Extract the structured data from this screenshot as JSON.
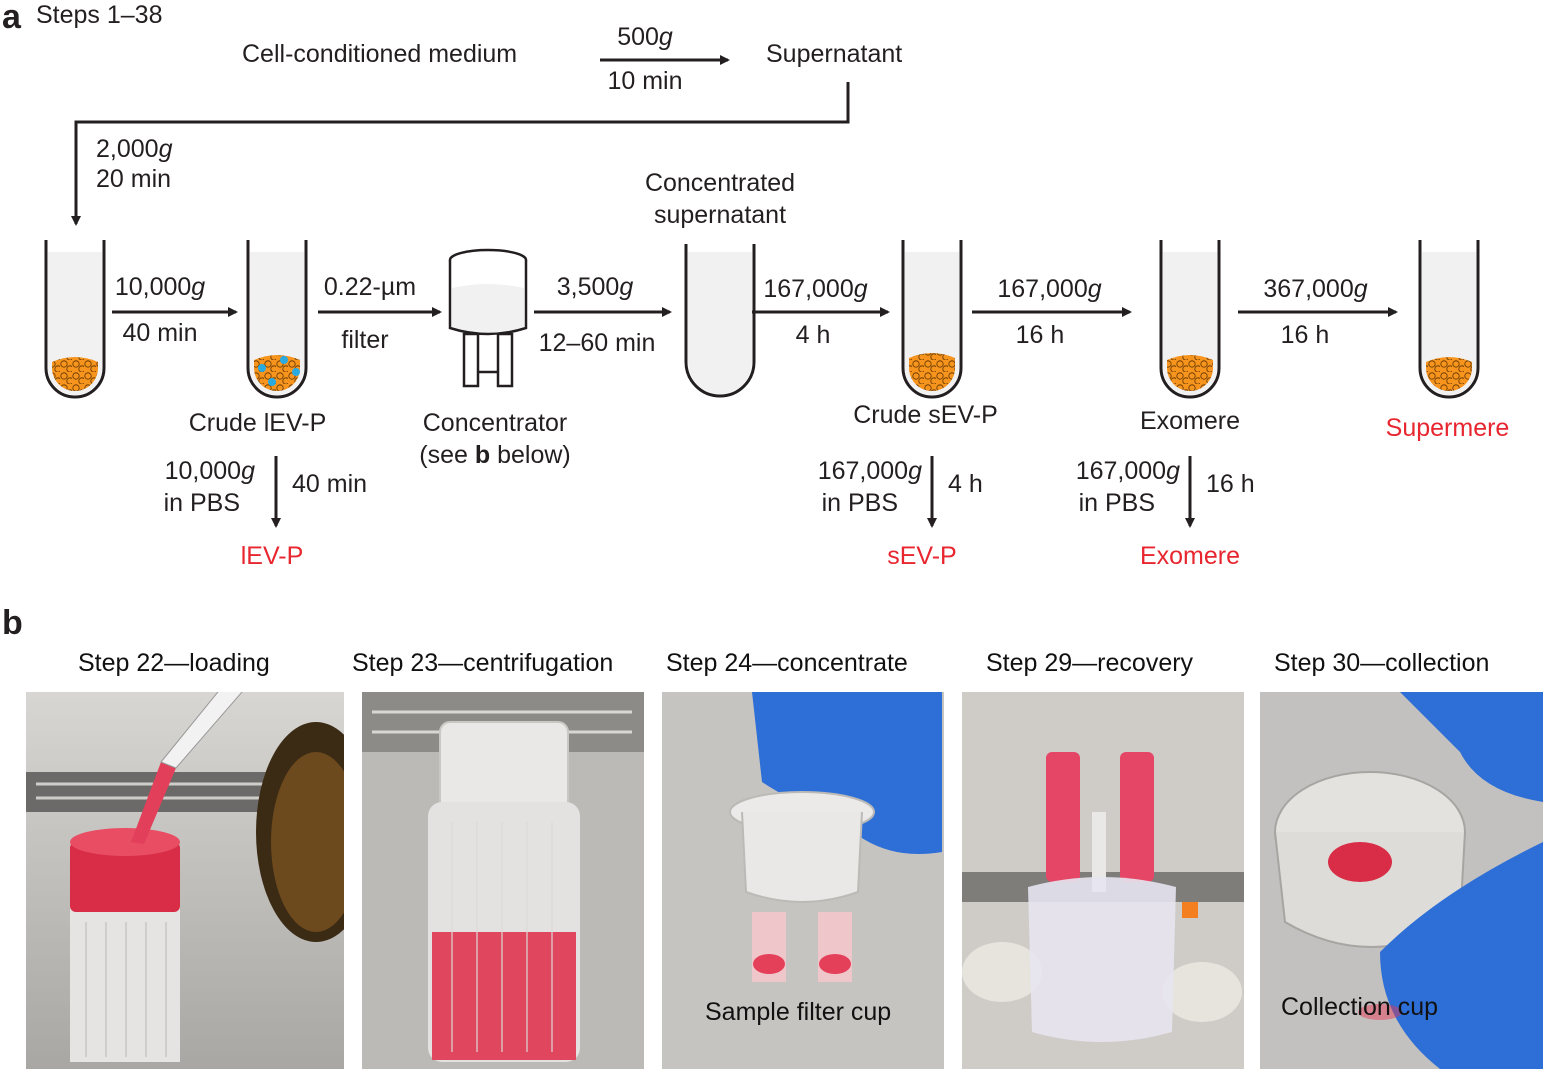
{
  "panel_a": {
    "letter": "a",
    "steps": "Steps 1–38",
    "source": "Cell-conditioned medium",
    "spin1": {
      "g": "500",
      "time": "10 min"
    },
    "supernatant": "Supernatant",
    "spin2": {
      "g": "2,000",
      "time": "20 min"
    },
    "spin3": {
      "g": "10,000",
      "time": "40 min"
    },
    "filter": {
      "size": "0.22-µm",
      "label": "filter"
    },
    "spin4": {
      "g": "3,500",
      "time": "12–60 min"
    },
    "concentrated": [
      "Concentrated",
      "supernatant"
    ],
    "spin5": {
      "g": "167,000",
      "time": "4 h"
    },
    "spin6": {
      "g": "167,000",
      "time": "16 h"
    },
    "spin7": {
      "g": "367,000",
      "time": "16 h"
    },
    "crude_lev": "Crude lEV-P",
    "concentrator": {
      "line1": "Concentrator",
      "line2_pre": "(see ",
      "line2_bold": "b",
      "line2_post": " below)"
    },
    "crude_sev": "Crude sEV-P",
    "exomere_int": "Exomere",
    "supermere": "Supermere",
    "wash1": {
      "g": "10,000",
      "medium": "in PBS",
      "time": "40 min",
      "product": "lEV-P"
    },
    "wash2": {
      "g": "167,000",
      "medium": "in PBS",
      "time": "4 h",
      "product": "sEV-P"
    },
    "wash3": {
      "g": "167,000",
      "medium": "in PBS",
      "time": "16 h",
      "product": "Exomere"
    },
    "g_unit": "g"
  },
  "panel_b": {
    "letter": "b",
    "photos": [
      {
        "caption": "Step 22—loading",
        "label": ""
      },
      {
        "caption": "Step 23—centrifugation",
        "label": ""
      },
      {
        "caption": "Step 24—concentrate",
        "label": "Sample filter cup"
      },
      {
        "caption": "Step 29—recovery",
        "label": ""
      },
      {
        "caption": "Step 30—collection",
        "label": "Collection cup"
      }
    ]
  },
  "colors": {
    "accent_red": "#e8262f",
    "pellet_orange": "#f7941d",
    "pellet_blue": "#29abe2",
    "media_pink": "#e8304f"
  }
}
